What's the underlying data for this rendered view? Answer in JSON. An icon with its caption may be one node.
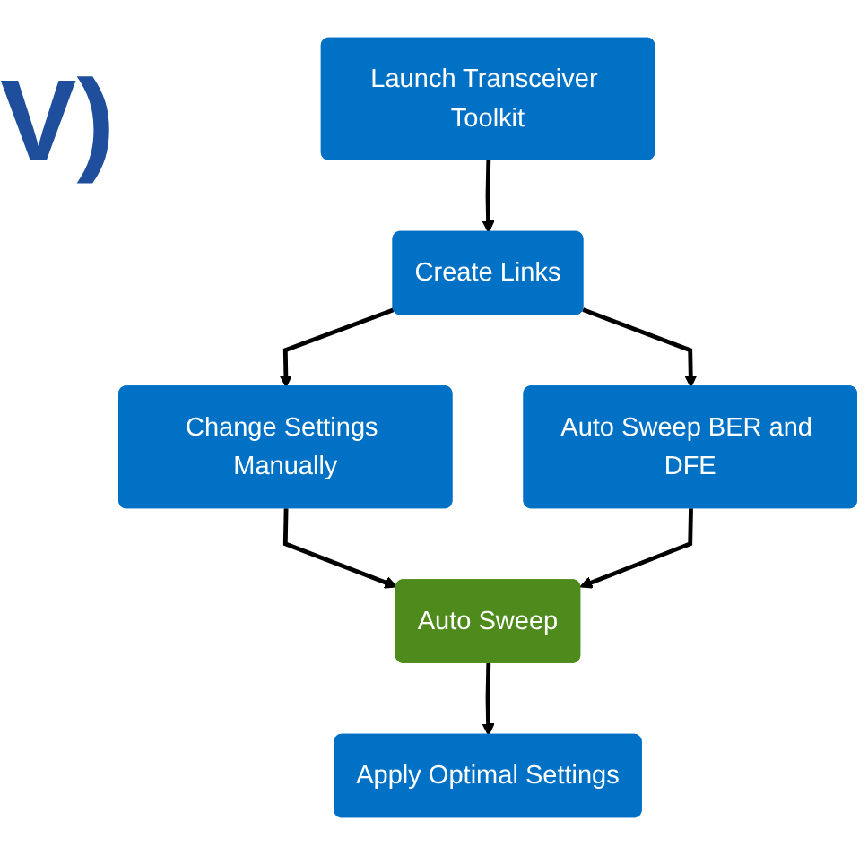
{
  "diagram": {
    "nodes": [
      {
        "text": [
          "Launch Transceiver Toolkit"
        ]
      },
      {
        "text": [
          "Create Links"
        ]
      },
      {
        "text": [
          "Change Settings Manually"
        ]
      },
      {
        "text": [
          "Auto Sweep BER and DFE"
        ]
      },
      {
        "text": [
          "Auto Sweep"
        ]
      },
      {
        "text": [
          "Apply Optimal Settings"
        ]
      }
    ],
    "edges": [
      {
        "from": 0,
        "to": 1,
        "arrow": "to"
      },
      {
        "from": 1,
        "to": 2,
        "arrow": "to"
      },
      {
        "from": 1,
        "to": 3,
        "arrow": "to"
      },
      {
        "from": 2,
        "to": 4,
        "arrow": "to"
      },
      {
        "from": 3,
        "to": 4,
        "arrow": "to"
      },
      {
        "from": 4,
        "to": 5,
        "arrow": "to"
      }
    ],
    "labels": [
      "V)"
    ]
  }
}
